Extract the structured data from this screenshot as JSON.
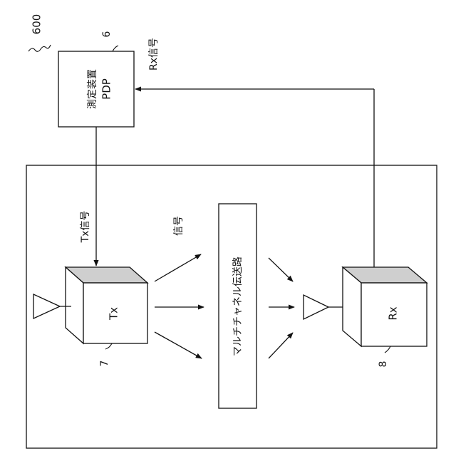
{
  "figure_number": "600",
  "pdp_block": {
    "ref": "6",
    "line1": "PDP",
    "line2": "測定装置"
  },
  "rx_signal_label": "Rx信号",
  "tx_signal_label": "Tx信号",
  "signal_label": "信号",
  "channel_label": "マルチチャネル伝送路",
  "tx_block": {
    "label": "Tx",
    "ref": "7"
  },
  "rx_block": {
    "label": "Rx",
    "ref": "8"
  }
}
